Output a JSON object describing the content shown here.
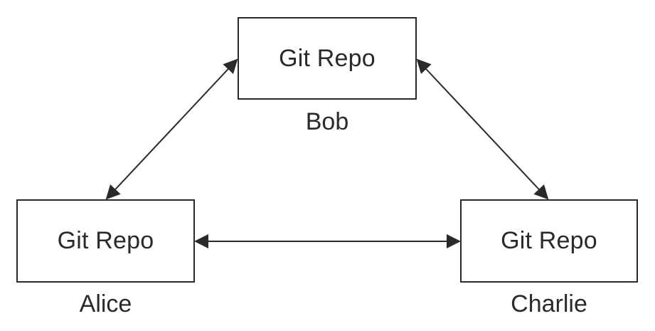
{
  "repos": [
    {
      "id": "bob",
      "box_label": "Git Repo",
      "owner": "Bob"
    },
    {
      "id": "alice",
      "box_label": "Git Repo",
      "owner": "Alice"
    },
    {
      "id": "charlie",
      "box_label": "Git Repo",
      "owner": "Charlie"
    }
  ],
  "connections": [
    {
      "from": "bob",
      "to": "alice",
      "direction": "bidirectional"
    },
    {
      "from": "bob",
      "to": "charlie",
      "direction": "bidirectional"
    },
    {
      "from": "alice",
      "to": "charlie",
      "direction": "bidirectional"
    }
  ],
  "colors": {
    "line": "#2a2a2a",
    "background": "#ffffff"
  }
}
